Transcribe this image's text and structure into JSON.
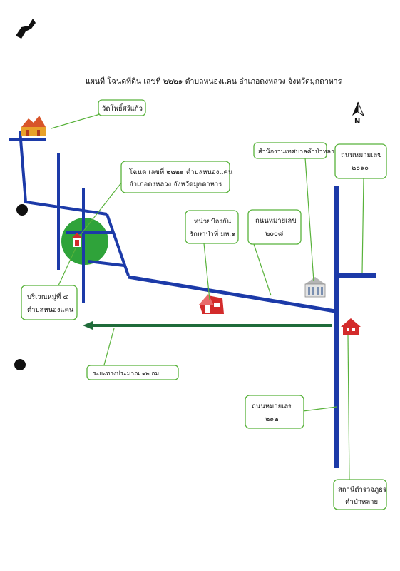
{
  "title": "แผนที่ โฉนดที่ดิน เลขที่ ๒๒๒๑ ตำบลหนองแคน อำเภอดงหลวง จังหวัดมุกดาหาร",
  "north_label": "N",
  "labels": {
    "temple": "วัดโพธิ์ศรีแก้ว",
    "deed_line1": "โฉนด เลขที่ ๒๒๒๑ ตำบลหนองแคน",
    "deed_line2": "อำเภอดงหลวง จังหวัดมุกดาหาร",
    "village_line1": "บริเวณหมู่ที่ ๔",
    "village_line2": "ตำบลหนองแคน",
    "forest_unit_line1": "หน่วยป้องกัน",
    "forest_unit_line2": "รักษาป่าที่ มห.๑",
    "road2008_line1": "ถนนหมายเลข",
    "road2008_line2": "๒๐๐๘",
    "municipal_office": "สำนักงานเทศบาลคำป่าหลาย",
    "road2010_line1": "ถนนหมายเลข",
    "road2010_line2": "๒๐๑๐",
    "distance": "ระยะทางประมาณ ๑๒ กม.",
    "road212_line1": "ถนนหมายเลข",
    "road212_line2": "๒๑๒",
    "police_line1": "สถานีตำรวจภูธร",
    "police_line2": "คำป่าหลาย"
  },
  "colors": {
    "road": "#1c3aa8",
    "callout": "#58b23a",
    "land_plot": "#2fa33a",
    "arrow": "#1f6b3a",
    "marker_red": "#d32b2b"
  }
}
